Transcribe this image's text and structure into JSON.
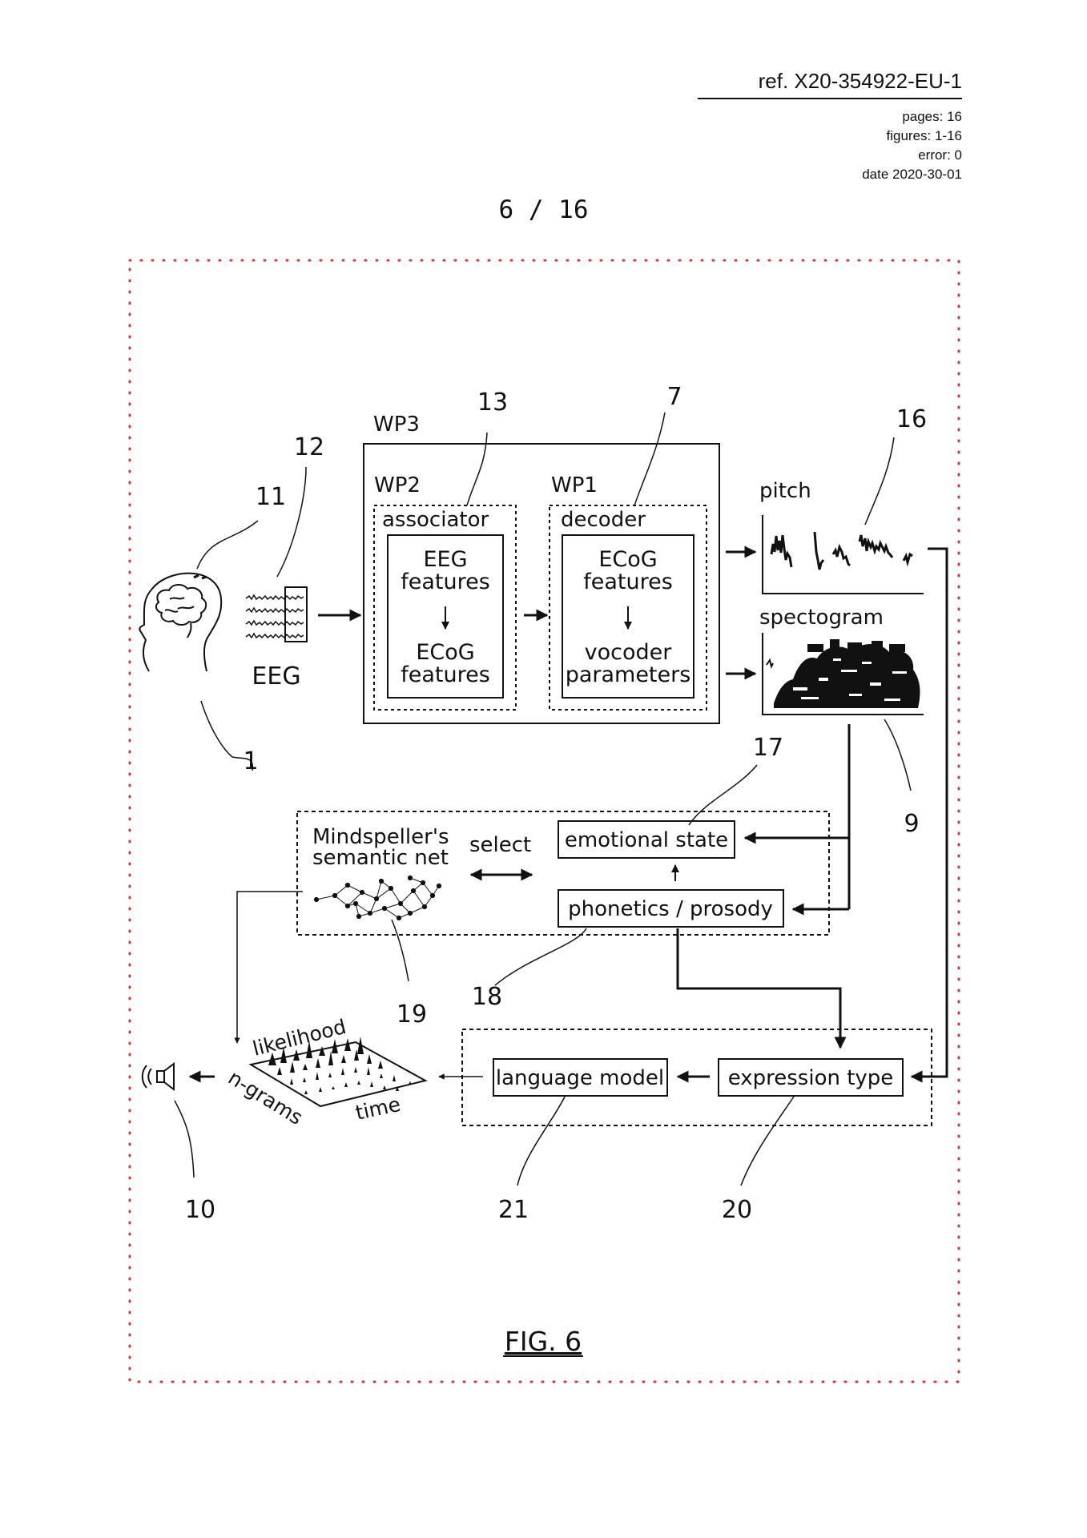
{
  "header": {
    "ref": "ref. X20-354922-EU-1",
    "pages": "pages: 16",
    "figures": "figures: 1-16",
    "error": "error: 0",
    "date": "date 2020-30-01"
  },
  "page_number": "6  /  16",
  "figure": {
    "caption": "FIG. 6",
    "wp3": "WP3",
    "wp2": "WP2",
    "wp1": "WP1",
    "associator": "associator",
    "decoder": "decoder",
    "eeg_features_1": "EEG",
    "eeg_features_2": "features",
    "ecog_features_1": "ECoG",
    "ecog_features_2": "features",
    "ecog_in_1": "ECoG",
    "ecog_in_2": "features",
    "vocoder_1": "vocoder",
    "vocoder_2": "parameters",
    "eeg": "EEG",
    "pitch": "pitch",
    "spectogram": "spectogram",
    "semantic_net_1": "Mindspeller's",
    "semantic_net_2": "semantic net",
    "select": "select",
    "emotional_state": "emotional state",
    "phonetics_prosody": "phonetics / prosody",
    "language_model": "language model",
    "expression_type": "expression type",
    "likelihood": "likelihood",
    "ngrams": "n-grams",
    "time": "time",
    "refs": {
      "r1": "1",
      "r7": "7",
      "r9": "9",
      "r10": "10",
      "r11": "11",
      "r12": "12",
      "r13": "13",
      "r16": "16",
      "r17": "17",
      "r18": "18",
      "r19": "19",
      "r20": "20",
      "r21": "21"
    },
    "icons": [
      "head-brain-icon",
      "eeg-signal-icon",
      "speaker-icon",
      "semantic-network-icon",
      "likelihood-surface-icon"
    ],
    "colors": {
      "frame": "#e0312f",
      "ink": "#111111"
    }
  }
}
